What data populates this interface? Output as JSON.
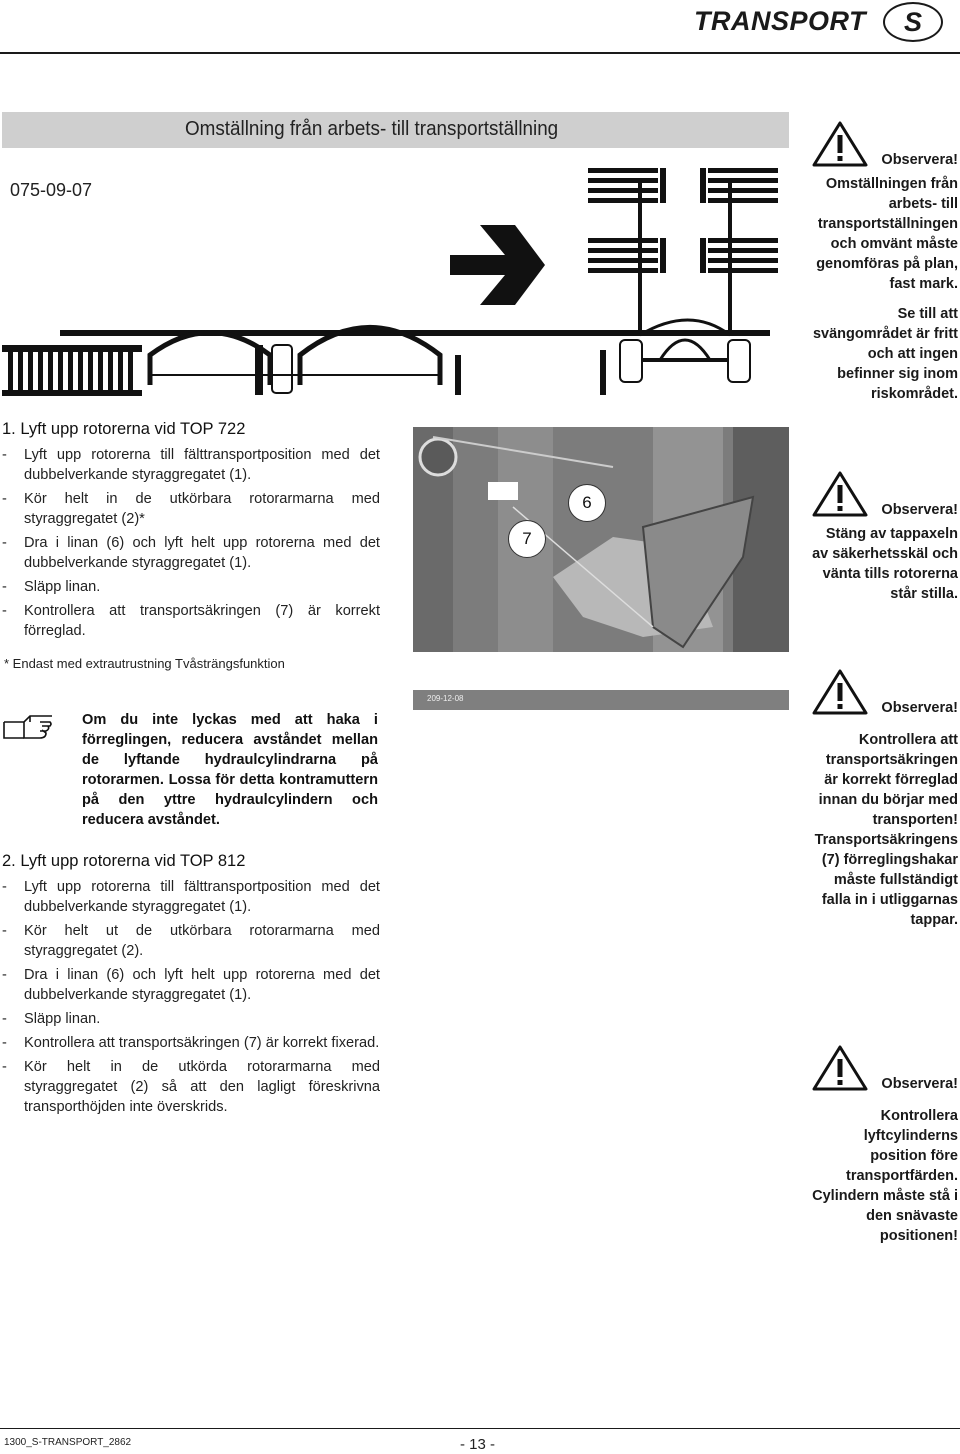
{
  "header": {
    "title": "TRANSPORT",
    "lang": "S"
  },
  "section": {
    "title": "Omställning från arbets- till transportställning",
    "date": "075-09-07"
  },
  "step1": {
    "heading": "1. Lyft upp rotorerna vid TOP 722",
    "items": [
      "Lyft upp rotorerna till fälttransportposition med det dubbelverkande styraggregatet (1).",
      "Kör helt in de utkörbara rotorarmarna med styraggregatet (2)*",
      "Dra i linan (6) och lyft helt upp rotorerna med det dubbelverkande styraggregatet (1).",
      "Släpp linan.",
      "Kontrollera att transportsäkringen (7) är korrekt förreglad."
    ]
  },
  "footnote": "* Endast med extrautrustning Tvåsträngsfunktion",
  "note": "Om du inte lyckas med att haka i förreglingen, reducera avståndet mellan de lyftande hydraulcylindrarna på rotorarmen. Lossa för detta kontramuttern på den yttre hydraulcylindern och reducera avståndet.",
  "step2": {
    "heading": "2. Lyft upp rotorerna vid TOP 812",
    "items": [
      "Lyft upp rotorerna till fälttransportposition med det dubbelverkande styraggregatet (1).",
      "Kör helt ut de utkörbara rotorarmarna med styraggregatet (2).",
      "Dra i linan (6) och lyft helt upp rotorerna med det dubbelverkande styraggregatet (1).",
      "Släpp linan.",
      "Kontrollera att transportsäkringen (7) är korrekt fixerad.",
      "Kör helt in de utkörda rotorarmarna med styraggregatet (2) så att den lagligt föreskrivna transporthöjden inte överskrids."
    ]
  },
  "photo": {
    "label_6": "6",
    "label_7": "7",
    "stamp": "209-12-08"
  },
  "warnings": [
    {
      "title": "Observera!",
      "body": "Omställningen från arbets- till transportställningen och omvänt måste genomföras på plan, fast mark.",
      "body2": "Se till att svängområdet är fritt och att ingen befinner sig inom riskområdet."
    },
    {
      "title": "Observera!",
      "body": "Stäng av tappaxeln av säkerhetsskäl och vänta tills rotorerna står stilla."
    },
    {
      "title": "Observera!",
      "body": "Kontrollera att transportsäkringen är korrekt förreglad innan du börjar med transporten! Transportsäkringens (7) förreglingshakar måste fullständigt falla in i utliggarnas tappar."
    },
    {
      "title": "Observera!",
      "body": "Kontrollera lyftcylinderns position före transportfärden. Cylindern måste stå i den snävaste positionen!"
    }
  ],
  "footer": {
    "code": "1300_S-TRANSPORT_2862",
    "page": "- 13 -"
  },
  "icons": [
    "warning-triangle-icon",
    "pointing-hand-icon",
    "arrow-right-icon"
  ]
}
